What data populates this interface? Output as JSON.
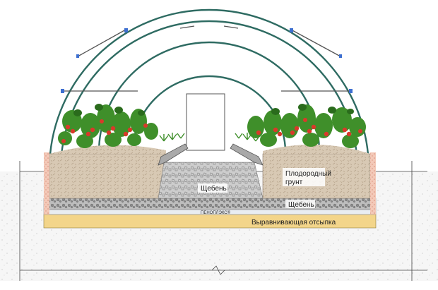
{
  "diagram": {
    "labels": {
      "fertile_soil_line1": "Плодородный",
      "fertile_soil_line2": "грунт",
      "gravel_center": "Щебень",
      "gravel_bottom": "Щебень",
      "insulation": "ПЕНОПЛЭКС®",
      "leveling_fill": "Выравнивающая отсыпка"
    },
    "colors": {
      "frame": "#2e6b62",
      "soil": "#d8c9b4",
      "gravel": "#c7c7c7",
      "insulation": "#e9edf2",
      "leveling": "#f3d58a",
      "ground_edge": "#f0b8a8",
      "plant_leaf": "#3f8f2a",
      "tomato": "#d83a2a"
    }
  }
}
